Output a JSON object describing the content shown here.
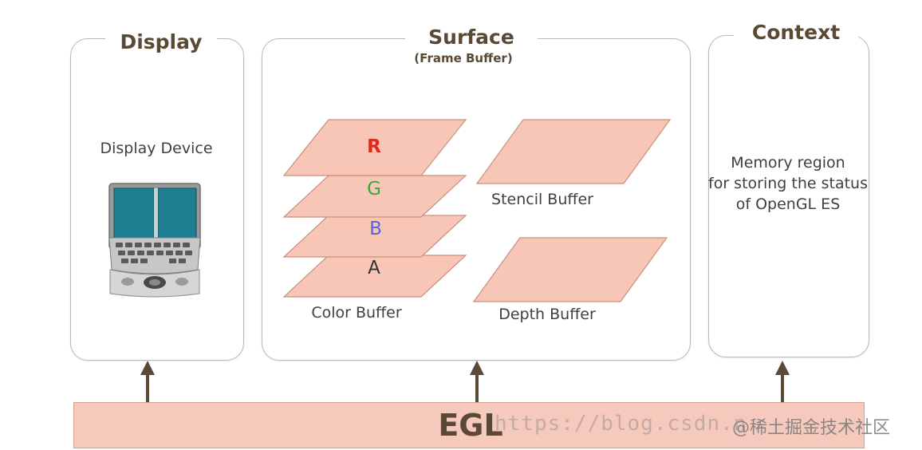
{
  "panels": {
    "display": {
      "title": "Display",
      "device_label": "Display Device"
    },
    "surface": {
      "title": "Surface",
      "subtitle": "(Frame Buffer)",
      "color_channels": [
        {
          "letter": "R",
          "color": "#e0281e"
        },
        {
          "letter": "G",
          "color": "#3aa83a"
        },
        {
          "letter": "B",
          "color": "#5566dd"
        },
        {
          "letter": "A",
          "color": "#333333"
        }
      ],
      "color_buffer_label": "Color Buffer",
      "stencil_buffer_label": "Stencil Buffer",
      "depth_buffer_label": "Depth Buffer"
    },
    "context": {
      "title": "Context",
      "description_lines": [
        "Memory region",
        "for storing the status",
        "of OpenGL ES"
      ]
    }
  },
  "egl": {
    "label": "EGL"
  },
  "watermark": {
    "url": "https://blog.csdn.n",
    "brand": "@稀土掘金技术社区"
  },
  "colors": {
    "buffer_fill": "#f7c6b6",
    "buffer_stroke": "#c98f7e",
    "arrow": "#5a4a35",
    "title_text": "#5a4a35",
    "egl_fill": "#f5c9bb"
  }
}
